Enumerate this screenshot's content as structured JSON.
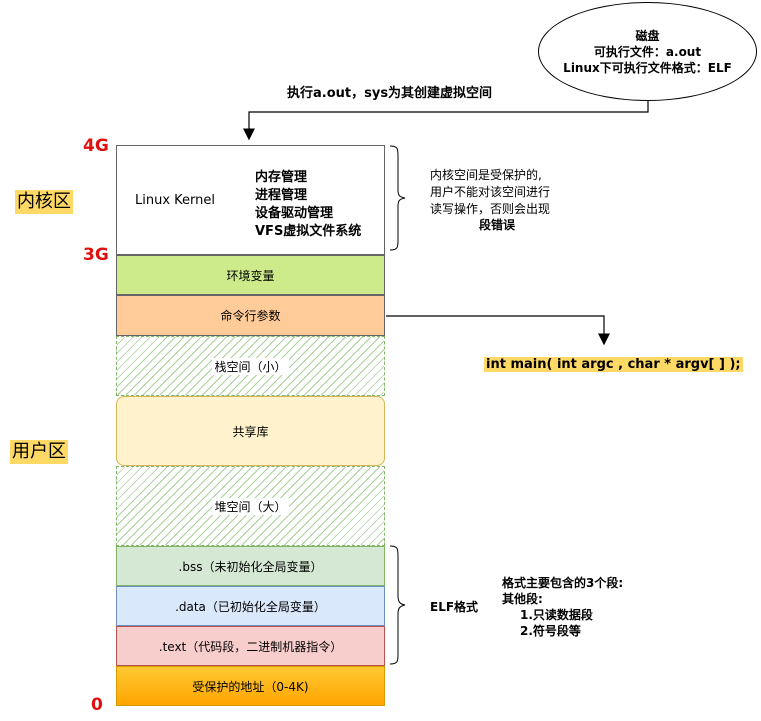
{
  "disk": {
    "title": "磁盘",
    "line1": "可执行文件：a.out",
    "line2": "Linux下可执行文件格式：ELF"
  },
  "exec_caption": "执行a.out，sys为其创建虚拟空间",
  "address_labels": {
    "top": "4G",
    "kernel_boundary": "3G",
    "bottom": "0"
  },
  "regions": {
    "kernel": "内核区",
    "user": "用户区"
  },
  "kernel_block": {
    "name": "Linux Kernel",
    "items": [
      "内存管理",
      "进程管理",
      "设备驱动管理",
      "VFS虚拟文件系统"
    ]
  },
  "kernel_note": [
    "内核空间是受保护的,",
    "用户不能对该空间进行",
    "读写操作，否则会出现",
    "段错误"
  ],
  "segments": {
    "env": "环境变量",
    "args": "命令行参数",
    "stack": "栈空间（小）",
    "shared": "共享库",
    "heap": "堆空间（大）",
    "bss": ".bss（未初始化全局变量）",
    "data": ".data（已初始化全局变量）",
    "text": ".text（代码段，二进制机器指令）",
    "protected": "受保护的地址（0-4K)"
  },
  "main_signature": "int main( int argc , char * argv[ ] );",
  "elf_label": "ELF格式",
  "elf_note": [
    "格式主要包含的3个段:",
    "其他段:",
    "1.只读数据段",
    "2.符号段等"
  ],
  "colors": {
    "address_red": "#e01010",
    "region_highlight": "#ffd966",
    "env_fill": "#cdeb8b",
    "args_fill": "#ffcc99",
    "shared_fill": "#fff2cc",
    "bss_fill": "#d5e8d4",
    "data_fill": "#dae8fc",
    "text_fill": "#f8cecc",
    "protected_fill": "#ffb81c"
  }
}
